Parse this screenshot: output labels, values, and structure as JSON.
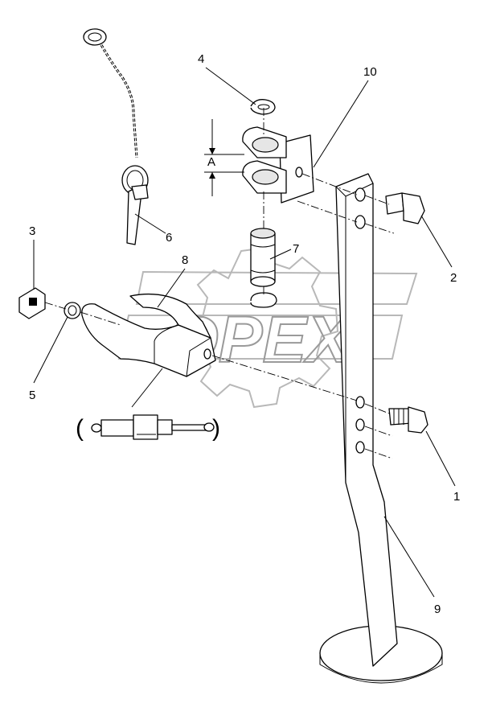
{
  "watermark": {
    "text": "OPEX"
  },
  "callouts": [
    {
      "id": "1",
      "label": "1"
    },
    {
      "id": "2",
      "label": "2"
    },
    {
      "id": "3",
      "label": "3"
    },
    {
      "id": "4",
      "label": "4"
    },
    {
      "id": "5",
      "label": "5"
    },
    {
      "id": "6",
      "label": "6"
    },
    {
      "id": "7",
      "label": "7"
    },
    {
      "id": "8",
      "label": "8"
    },
    {
      "id": "9",
      "label": "9"
    },
    {
      "id": "10",
      "label": "10"
    }
  ],
  "dimension": {
    "label": "A"
  },
  "optional_marks": {
    "open": "(",
    "close": ")"
  }
}
